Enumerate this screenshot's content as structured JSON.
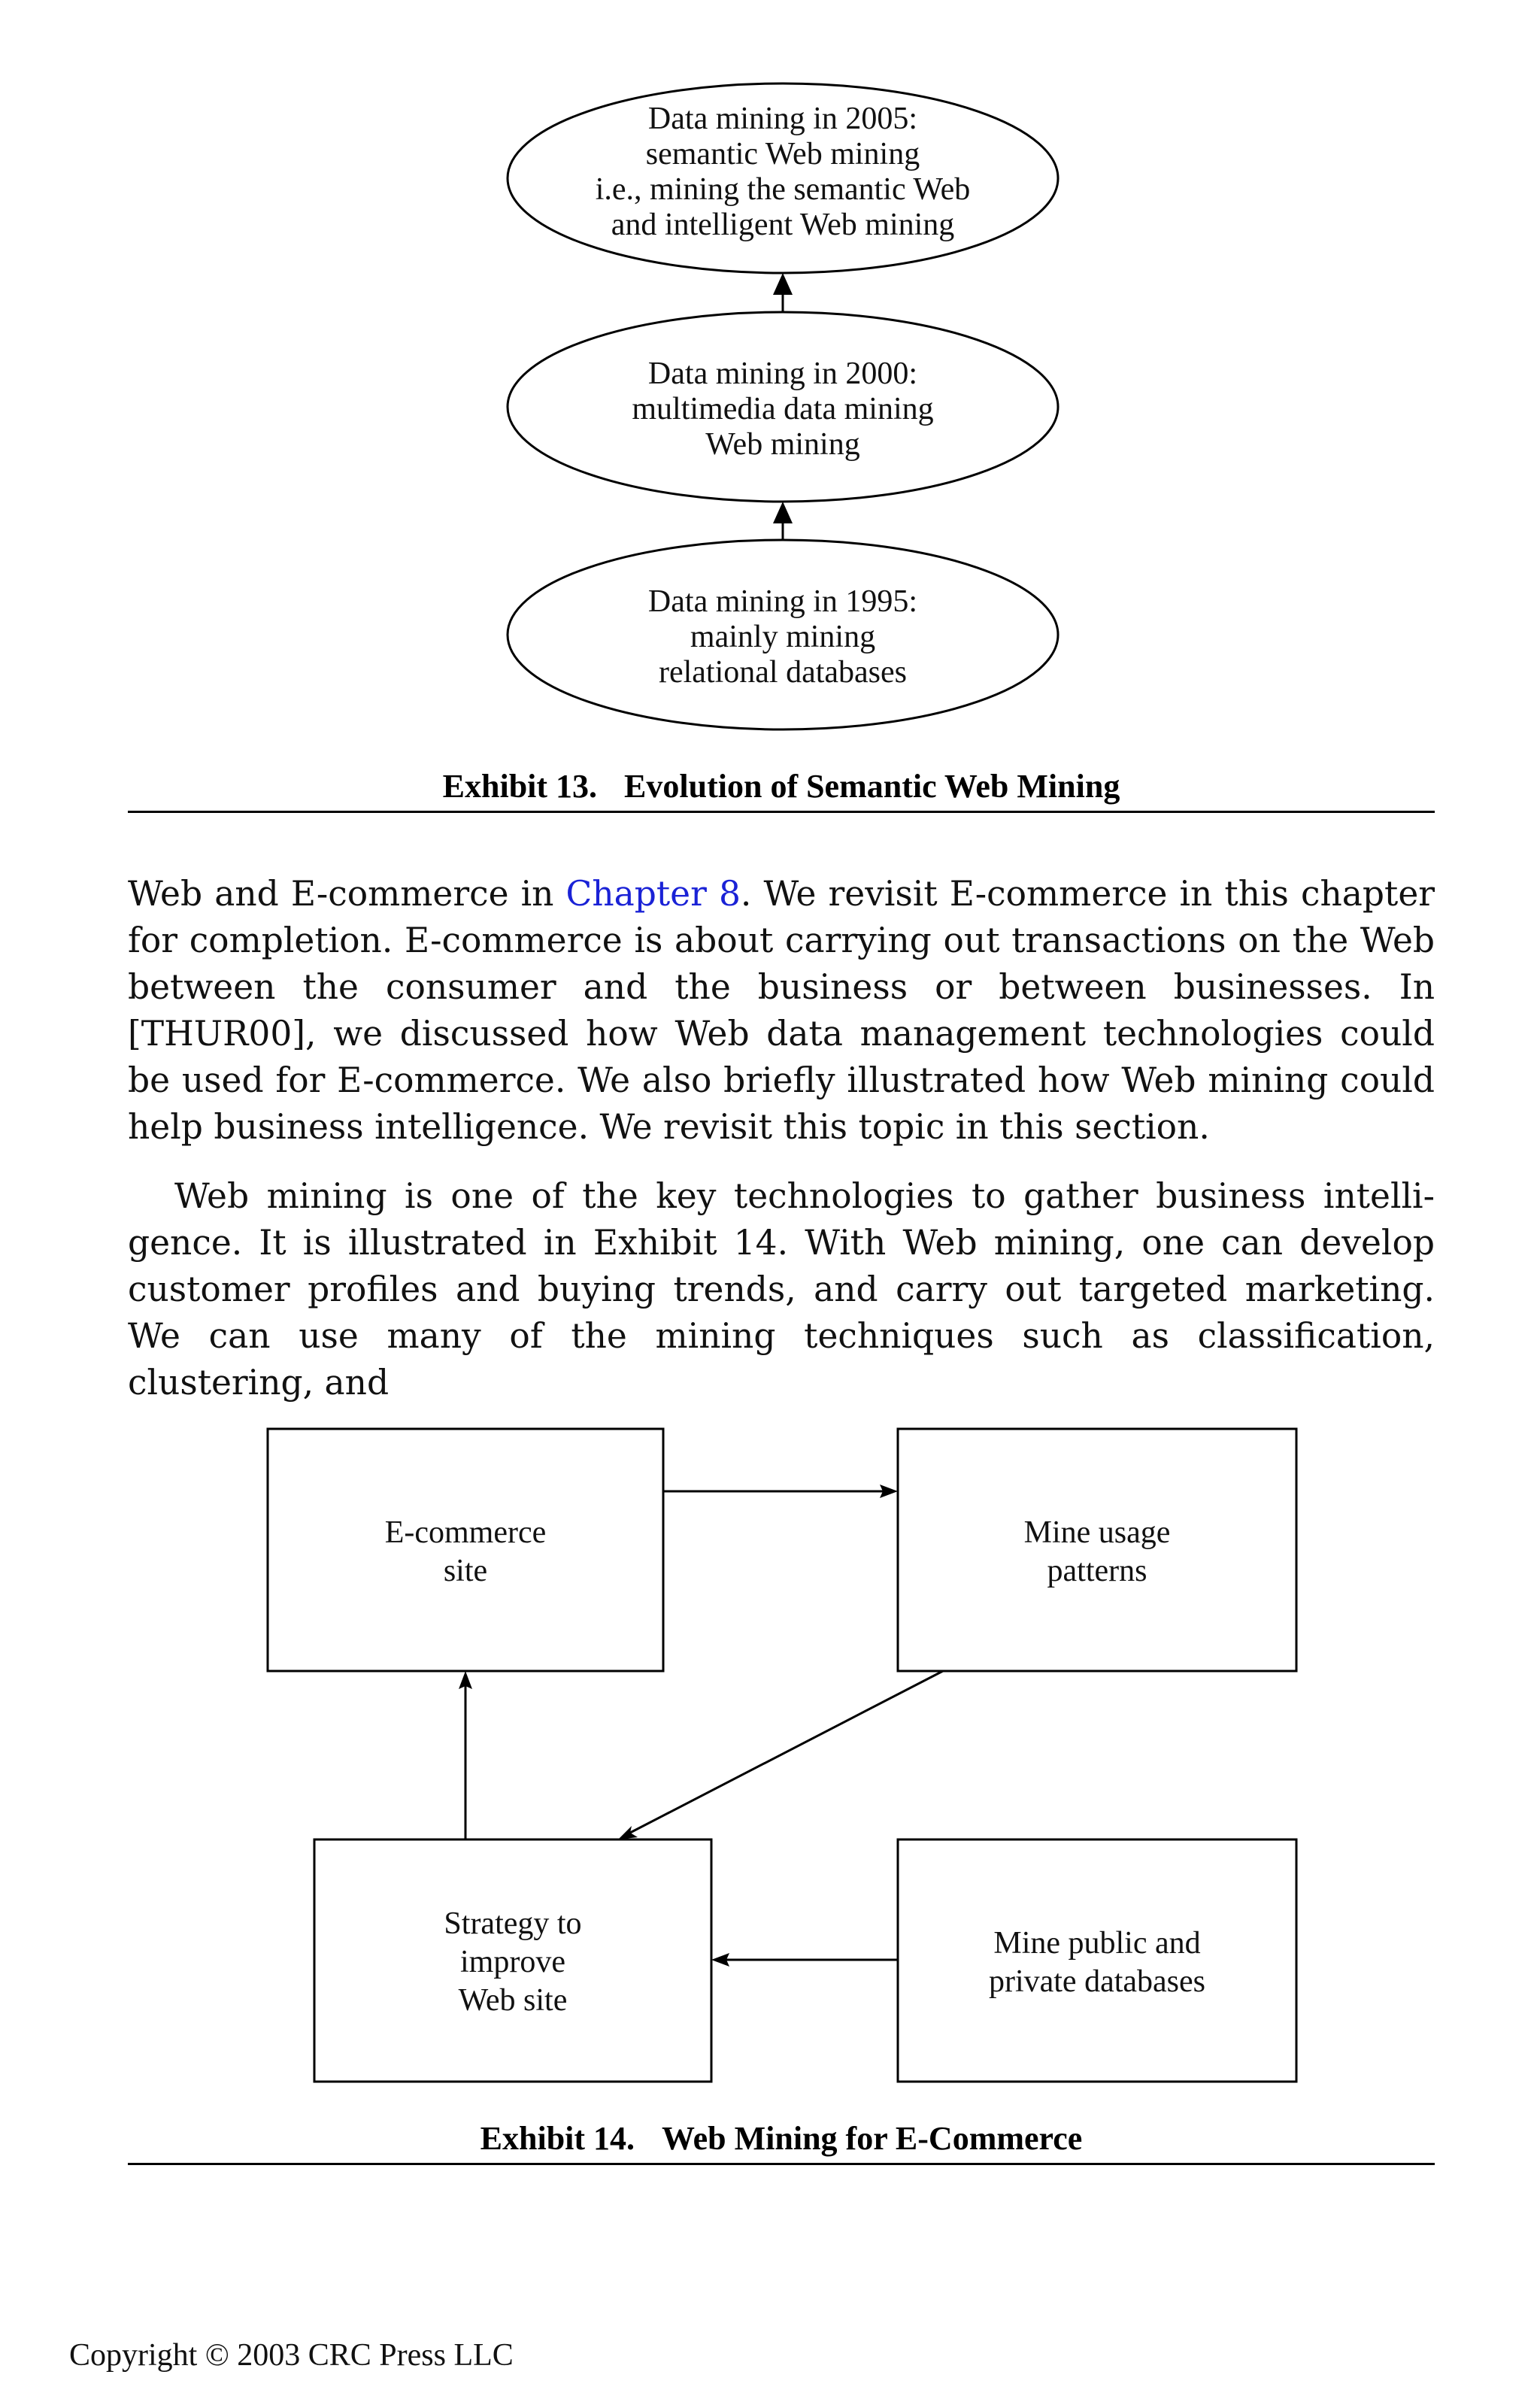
{
  "exhibit13": {
    "nodes": [
      {
        "lines": [
          "Data mining in 2005:",
          "semantic Web mining",
          "i.e., mining the semantic Web",
          "and intelligent Web mining"
        ]
      },
      {
        "lines": [
          "Data mining in 2000:",
          "multimedia data mining",
          "Web mining"
        ]
      },
      {
        "lines": [
          "Data mining in 1995:",
          "mainly mining",
          "relational databases"
        ]
      }
    ],
    "caption_label": "Exhibit 13.",
    "caption_title": "Evolution of Semantic Web Mining"
  },
  "body": {
    "p1_before_link": "Web and E-commerce in ",
    "p1_link": "Chapter 8",
    "p1_after_link": ". We revisit E-commerce in this chapter for completion. E-commerce is about carrying out transactions on the Web between the consumer and the business or between businesses. In [THUR00], we discussed how Web data management technologies could be used for E-commerce. We also briefly illustrated how Web mining could help business intelligence. We revisit this topic in this section.",
    "p2": "Web mining is one of the key technologies to gather business intelli­gence. It is illustrated in Exhibit 14. With Web mining, one can develop cus­tomer profiles and buying trends, and carry out targeted marketing. We can use many of the mining techniques such as classification, clustering, and"
  },
  "exhibit14": {
    "boxes": {
      "ecommerce": {
        "lines": [
          "E-commerce",
          "site"
        ]
      },
      "usage": {
        "lines": [
          "Mine usage",
          "patterns"
        ]
      },
      "strategy": {
        "lines": [
          "Strategy to",
          "improve",
          "Web site"
        ]
      },
      "databases": {
        "lines": [
          "Mine public and",
          "private databases"
        ]
      }
    },
    "caption_label": "Exhibit 14.",
    "caption_title": "Web Mining for E-Commerce"
  },
  "footer": {
    "copyright": "Copyright © 2003 CRC Press LLC"
  }
}
